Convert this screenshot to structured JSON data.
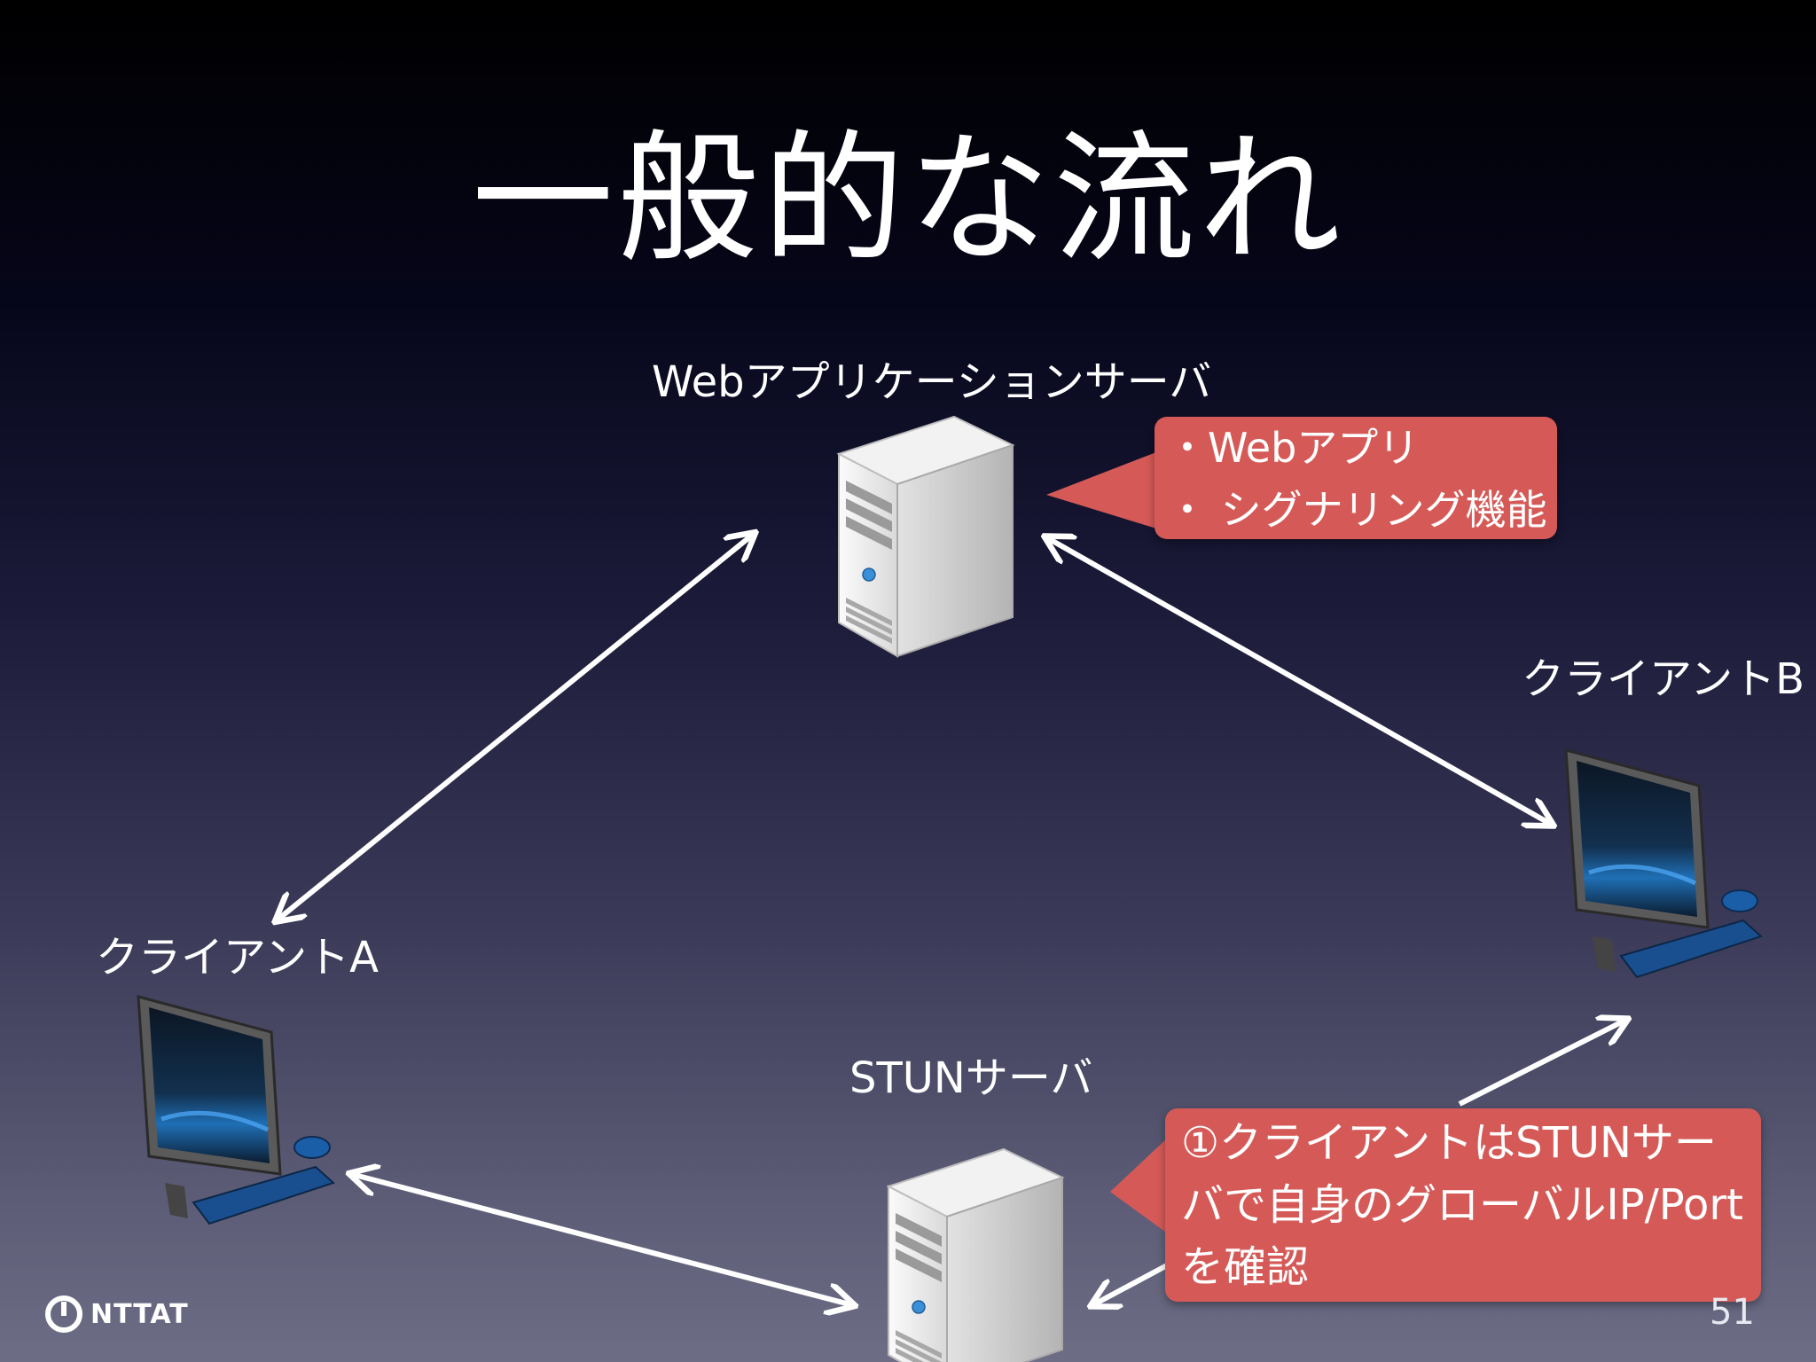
{
  "slide": {
    "title": "一般的な流れ",
    "page_number": "51"
  },
  "nodes": {
    "web_server_label": "Webアプリケーションサーバ",
    "client_a_label": "クライアントA",
    "client_b_label": "クライアントB",
    "stun_server_label": "STUNサーバ"
  },
  "callouts": {
    "web": {
      "lines": [
        "・Webアプリ",
        "・ シグナリング機能"
      ]
    },
    "stun": {
      "text": "①クライアントはSTUNサーバで自身のグローバルIP/Portを確認"
    }
  },
  "logo": {
    "text": "NTTAT"
  },
  "colors": {
    "callout_fill": "#d55a57",
    "arrow": "#ffffff",
    "screen_blue": "#1f6fb5"
  }
}
